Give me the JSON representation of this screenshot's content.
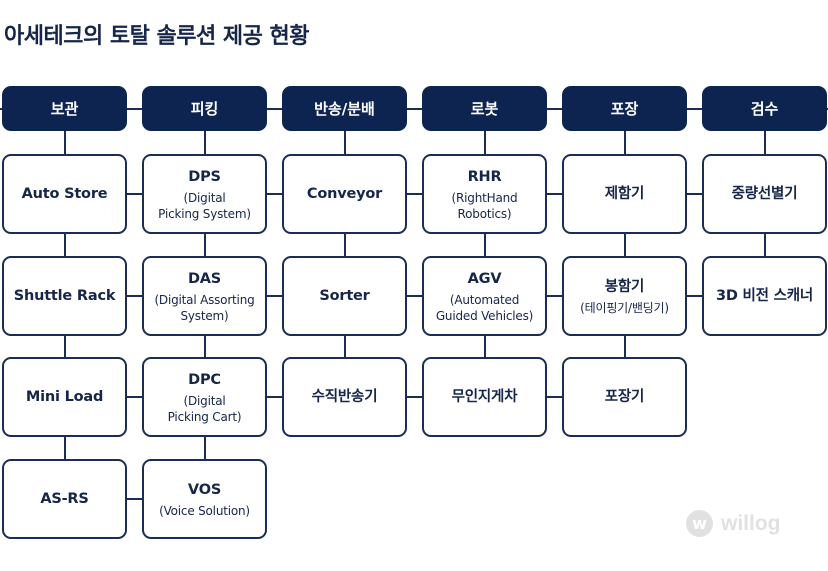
{
  "title": "아세테크의 토탈 솔루션 제공 현황",
  "categories": [
    {
      "label": "보관",
      "items": [
        {
          "main": "Auto Store",
          "sub": ""
        },
        {
          "main": "Shuttle Rack",
          "sub": ""
        },
        {
          "main": "Mini Load",
          "sub": ""
        },
        {
          "main": "AS-RS",
          "sub": ""
        }
      ]
    },
    {
      "label": "피킹",
      "items": [
        {
          "main": "DPS",
          "sub": "(Digital\nPicking System)"
        },
        {
          "main": "DAS",
          "sub": "(Digital Assorting\nSystem)"
        },
        {
          "main": "DPC",
          "sub": "(Digital\nPicking Cart)"
        },
        {
          "main": "VOS",
          "sub": "(Voice Solution)"
        }
      ]
    },
    {
      "label": "반송/분배",
      "items": [
        {
          "main": "Conveyor",
          "sub": ""
        },
        {
          "main": "Sorter",
          "sub": ""
        },
        {
          "main": "수직반송기",
          "sub": ""
        }
      ]
    },
    {
      "label": "로봇",
      "items": [
        {
          "main": "RHR",
          "sub": "(RightHand\nRobotics)"
        },
        {
          "main": "AGV",
          "sub": "(Automated\nGuided Vehicles)"
        },
        {
          "main": "무인지게차",
          "sub": ""
        }
      ]
    },
    {
      "label": "포장",
      "items": [
        {
          "main": "제함기",
          "sub": ""
        },
        {
          "main": "봉함기",
          "sub": "(테이핑기/밴딩기)"
        },
        {
          "main": "포장기",
          "sub": ""
        }
      ]
    },
    {
      "label": "검수",
      "items": [
        {
          "main": "중량선별기",
          "sub": ""
        },
        {
          "main": "3D 비전 스캐너",
          "sub": ""
        }
      ]
    }
  ],
  "watermark": {
    "mark": "w",
    "text": "willog",
    "icon": "willog-logo-icon"
  }
}
